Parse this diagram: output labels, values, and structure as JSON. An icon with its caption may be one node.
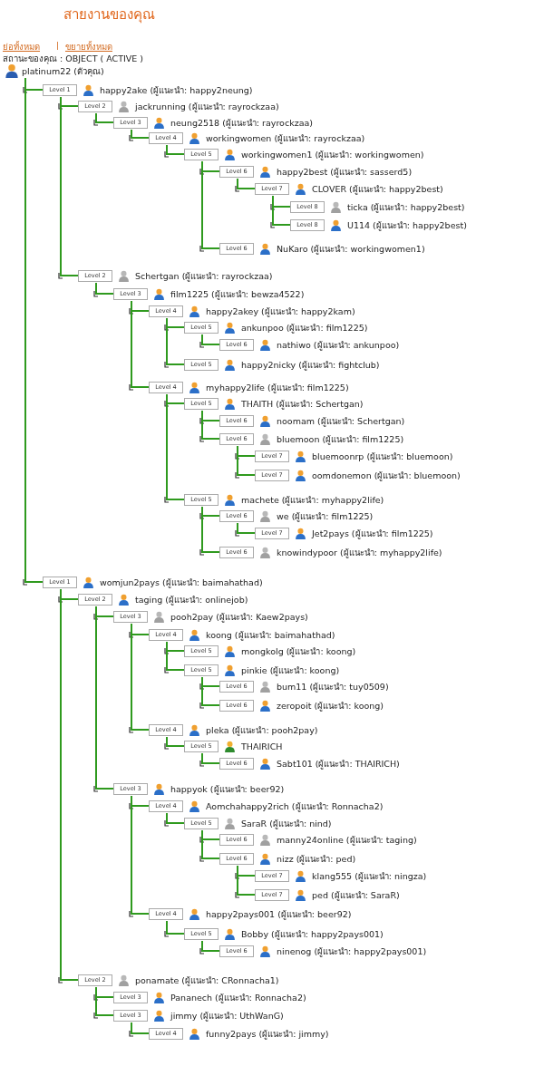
{
  "diagram": {
    "title": "สายงานของคุณ",
    "labels": [
      "ย่อทั้งหมด",
      "|",
      "ขยายทั้งหมด",
      "สถานะของคุณ : OBJECT ( ACTIVE )"
    ],
    "nodes": [
      {
        "text": [
          "platinum22 (ตัวคุณ)"
        ]
      },
      {
        "text": [
          "Level 1",
          "happy2ake (ผู้แนะนำ: happy2neung)"
        ]
      },
      {
        "text": [
          "Level 2",
          "jackrunning (ผู้แนะนำ: rayrockzaa)"
        ]
      },
      {
        "text": [
          "Level 3",
          "neung2518 (ผู้แนะนำ: rayrockzaa)"
        ]
      },
      {
        "text": [
          "Level 4",
          "workingwomen (ผู้แนะนำ: rayrockzaa)"
        ]
      },
      {
        "text": [
          "Level 5",
          "workingwomen1 (ผู้แนะนำ: workingwomen)"
        ]
      },
      {
        "text": [
          "Level 6",
          "happy2best (ผู้แนะนำ: sasserd5)"
        ]
      },
      {
        "text": [
          "Level 7",
          "CLOVER (ผู้แนะนำ: happy2best)"
        ]
      },
      {
        "text": [
          "Level 8",
          "ticka (ผู้แนะนำ: happy2best)"
        ]
      },
      {
        "text": [
          "Level 8",
          "U114 (ผู้แนะนำ: happy2best)"
        ]
      },
      {
        "text": [
          "Level 6",
          "NuKaro (ผู้แนะนำ: workingwomen1)"
        ]
      },
      {
        "text": [
          "Level 2",
          "Schertgan (ผู้แนะนำ: rayrockzaa)"
        ]
      },
      {
        "text": [
          "Level 3",
          "film1225 (ผู้แนะนำ: bewza4522)"
        ]
      },
      {
        "text": [
          "Level 4",
          "happy2akey (ผู้แนะนำ: happy2kam)"
        ]
      },
      {
        "text": [
          "Level 5",
          "ankunpoo (ผู้แนะนำ: film1225)"
        ]
      },
      {
        "text": [
          "Level 6",
          "nathiwo (ผู้แนะนำ: ankunpoo)"
        ]
      },
      {
        "text": [
          "Level 5",
          "happy2nicky (ผู้แนะนำ: fightclub)"
        ]
      },
      {
        "text": [
          "Level 4",
          "myhappy2life (ผู้แนะนำ: film1225)"
        ]
      },
      {
        "text": [
          "Level 5",
          "THAITH (ผู้แนะนำ: Schertgan)"
        ]
      },
      {
        "text": [
          "Level 6",
          "noomam (ผู้แนะนำ: Schertgan)"
        ]
      },
      {
        "text": [
          "Level 6",
          "bluemoon (ผู้แนะนำ: film1225)"
        ]
      },
      {
        "text": [
          "Level 7",
          "bluemoonrp (ผู้แนะนำ: bluemoon)"
        ]
      },
      {
        "text": [
          "Level 7",
          "oomdonemon (ผู้แนะนำ: bluemoon)"
        ]
      },
      {
        "text": [
          "Level 5",
          "machete (ผู้แนะนำ: myhappy2life)"
        ]
      },
      {
        "text": [
          "Level 6",
          "we (ผู้แนะนำ: film1225)"
        ]
      },
      {
        "text": [
          "Level 7",
          "Jet2pays (ผู้แนะนำ: film1225)"
        ]
      },
      {
        "text": [
          "Level 6",
          "knowindypoor (ผู้แนะนำ: myhappy2life)"
        ]
      },
      {
        "text": [
          "Level 1",
          "womjun2pays (ผู้แนะนำ: baimahathad)"
        ]
      },
      {
        "text": [
          "Level 2",
          "taging (ผู้แนะนำ: onlinejob)"
        ]
      },
      {
        "text": [
          "Level 3",
          "pooh2pay (ผู้แนะนำ: Kaew2pays)"
        ]
      },
      {
        "text": [
          "Level 4",
          "koong (ผู้แนะนำ: baimahathad)"
        ]
      },
      {
        "text": [
          "Level 5",
          "mongkolg (ผู้แนะนำ: koong)"
        ]
      },
      {
        "text": [
          "Level 5",
          "pinkie (ผู้แนะนำ: koong)"
        ]
      },
      {
        "text": [
          "Level 6",
          "bum11 (ผู้แนะนำ: tuy0509)"
        ]
      },
      {
        "text": [
          "Level 6",
          "zeropoit (ผู้แนะนำ: koong)"
        ]
      },
      {
        "text": [
          "Level 4",
          "pleka (ผู้แนะนำ: pooh2pay)"
        ]
      },
      {
        "text": [
          "Level 5",
          "THAIRICH"
        ]
      },
      {
        "text": [
          "Level 6",
          "Sabt101 (ผู้แนะนำ: THAIRICH)"
        ]
      },
      {
        "text": [
          "Level 3",
          "happyok (ผู้แนะนำ: beer92)"
        ]
      },
      {
        "text": [
          "Level 4",
          "Aomchahappy2rich (ผู้แนะนำ: Ronnacha2)"
        ]
      },
      {
        "text": [
          "Level 5",
          "SaraR (ผู้แนะนำ: nind)"
        ]
      },
      {
        "text": [
          "Level 6",
          "manny24online (ผู้แนะนำ: taging)"
        ]
      },
      {
        "text": [
          "Level 6",
          "nizz (ผู้แนะนำ: ped)"
        ]
      },
      {
        "text": [
          "Level 7",
          "klang555 (ผู้แนะนำ: ningza)"
        ]
      },
      {
        "text": [
          "Level 7",
          "ped (ผู้แนะนำ: SaraR)"
        ]
      },
      {
        "text": [
          "Level 4",
          "happy2pays001 (ผู้แนะนำ: beer92)"
        ]
      },
      {
        "text": [
          "Level 5",
          "Bobby (ผู้แนะนำ: happy2pays001)"
        ]
      },
      {
        "text": [
          "Level 6",
          "ninenog (ผู้แนะนำ: happy2pays001)"
        ]
      },
      {
        "text": [
          "Level 2",
          "ponamate (ผู้แนะนำ: CRonnacha1)"
        ]
      },
      {
        "text": [
          "Level 3",
          "Pananech (ผู้แนะนำ: Ronnacha2)"
        ]
      },
      {
        "text": [
          "Level 3",
          "jimmy (ผู้แนะนำ: UthWanG)"
        ]
      },
      {
        "text": [
          "Level 4",
          "funny2pays (ผู้แนะนำ: jimmy)"
        ]
      }
    ],
    "edges": [
      {
        "from": 0,
        "to": 1,
        "arrow": "none"
      },
      {
        "from": 1,
        "to": 2,
        "arrow": "none"
      },
      {
        "from": 2,
        "to": 3,
        "arrow": "none"
      },
      {
        "from": 3,
        "to": 4,
        "arrow": "none"
      },
      {
        "from": 4,
        "to": 5,
        "arrow": "none"
      },
      {
        "from": 5,
        "to": 6,
        "arrow": "none"
      },
      {
        "from": 6,
        "to": 7,
        "arrow": "none"
      },
      {
        "from": 7,
        "to": 8,
        "arrow": "none"
      },
      {
        "from": 7,
        "to": 9,
        "arrow": "none"
      },
      {
        "from": 5,
        "to": 10,
        "arrow": "none"
      },
      {
        "from": 1,
        "to": 11,
        "arrow": "none"
      },
      {
        "from": 11,
        "to": 12,
        "arrow": "none"
      },
      {
        "from": 12,
        "to": 13,
        "arrow": "none"
      },
      {
        "from": 13,
        "to": 14,
        "arrow": "none"
      },
      {
        "from": 14,
        "to": 15,
        "arrow": "none"
      },
      {
        "from": 13,
        "to": 16,
        "arrow": "none"
      },
      {
        "from": 12,
        "to": 17,
        "arrow": "none"
      },
      {
        "from": 17,
        "to": 18,
        "arrow": "none"
      },
      {
        "from": 18,
        "to": 19,
        "arrow": "none"
      },
      {
        "from": 18,
        "to": 20,
        "arrow": "none"
      },
      {
        "from": 20,
        "to": 21,
        "arrow": "none"
      },
      {
        "from": 20,
        "to": 22,
        "arrow": "none"
      },
      {
        "from": 17,
        "to": 23,
        "arrow": "none"
      },
      {
        "from": 23,
        "to": 24,
        "arrow": "none"
      },
      {
        "from": 24,
        "to": 25,
        "arrow": "none"
      },
      {
        "from": 23,
        "to": 26,
        "arrow": "none"
      },
      {
        "from": 0,
        "to": 27,
        "arrow": "none"
      },
      {
        "from": 27,
        "to": 28,
        "arrow": "none"
      },
      {
        "from": 28,
        "to": 29,
        "arrow": "none"
      },
      {
        "from": 29,
        "to": 30,
        "arrow": "none"
      },
      {
        "from": 30,
        "to": 31,
        "arrow": "none"
      },
      {
        "from": 30,
        "to": 32,
        "arrow": "none"
      },
      {
        "from": 32,
        "to": 33,
        "arrow": "none"
      },
      {
        "from": 32,
        "to": 34,
        "arrow": "none"
      },
      {
        "from": 29,
        "to": 35,
        "arrow": "none"
      },
      {
        "from": 35,
        "to": 36,
        "arrow": "none"
      },
      {
        "from": 36,
        "to": 37,
        "arrow": "none"
      },
      {
        "from": 28,
        "to": 38,
        "arrow": "none"
      },
      {
        "from": 38,
        "to": 39,
        "arrow": "none"
      },
      {
        "from": 39,
        "to": 40,
        "arrow": "none"
      },
      {
        "from": 40,
        "to": 41,
        "arrow": "none"
      },
      {
        "from": 40,
        "to": 42,
        "arrow": "none"
      },
      {
        "from": 42,
        "to": 43,
        "arrow": "none"
      },
      {
        "from": 42,
        "to": 44,
        "arrow": "none"
      },
      {
        "from": 38,
        "to": 45,
        "arrow": "none"
      },
      {
        "from": 45,
        "to": 46,
        "arrow": "none"
      },
      {
        "from": 46,
        "to": 47,
        "arrow": "none"
      },
      {
        "from": 27,
        "to": 48,
        "arrow": "none"
      },
      {
        "from": 48,
        "to": 49,
        "arrow": "none"
      },
      {
        "from": 48,
        "to": 50,
        "arrow": "none"
      },
      {
        "from": 50,
        "to": 51,
        "arrow": "none"
      }
    ]
  }
}
